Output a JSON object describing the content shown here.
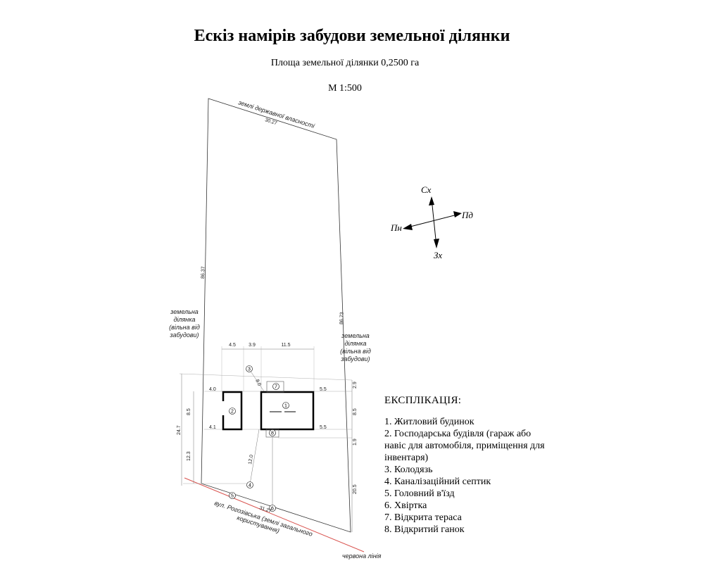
{
  "title": "Ескіз намірів забудови земельної ділянки",
  "area": "Площа земельної ділянки 0,2500 га",
  "scale": "М 1:500",
  "boundaries": {
    "north": "землі державної власності",
    "south_line1": "вул. Рогозівська (землі загального",
    "south_line2": "користування)",
    "west_line1": "земельна",
    "west_line2": "ділянка",
    "west_line3": "(вільна від",
    "west_line4": "забудови)",
    "east_line1": "земельна",
    "east_line2": "ділянка",
    "east_line3": "(вільна від",
    "east_line4": "забудови)",
    "red_line": "червона лінія"
  },
  "dimensions": {
    "top": "30.27",
    "bottom": "31.27",
    "left": "86.37",
    "right": "86.73",
    "d_4_5": "4.5",
    "d_3_9": "3.9",
    "d_11_5": "11.5",
    "d_4_0": "4.0",
    "d_4_1": "4.1",
    "d_5_5_a": "5.5",
    "d_5_5_b": "5.5",
    "d_2_9": "2.9",
    "d_8_5_a": "8.5",
    "d_8_5_b": "8.5",
    "d_1_9": "1.9",
    "d_20_5": "20.5",
    "d_24_7": "24.7",
    "d_12_3": "12.3",
    "d_12_0": "12.0",
    "d_8_0": "8.0"
  },
  "markers": {
    "m1": "1",
    "m2": "2",
    "m3": "3",
    "m4": "4",
    "m5": "5",
    "m6": "6",
    "m7": "7",
    "m8": "8"
  },
  "compass": {
    "north": "Сх",
    "south": "Зх",
    "west": "Пн",
    "east": "Пд"
  },
  "legend": {
    "heading": "ЕКСПЛІКАЦІЯ:",
    "items": [
      "1. Житловий будинок",
      "2. Господарська будівля (гараж або навіс для автомобіля, приміщення для інвентаря)",
      "3. Колодязь",
      "4. Каналізаційний септик",
      "5. Головний в'їзд",
      "6. Хвіртка",
      "7. Відкрита тераса",
      "8. Відкритий ганок"
    ]
  },
  "colors": {
    "red_line": "#d9534f",
    "ink": "#000000"
  }
}
